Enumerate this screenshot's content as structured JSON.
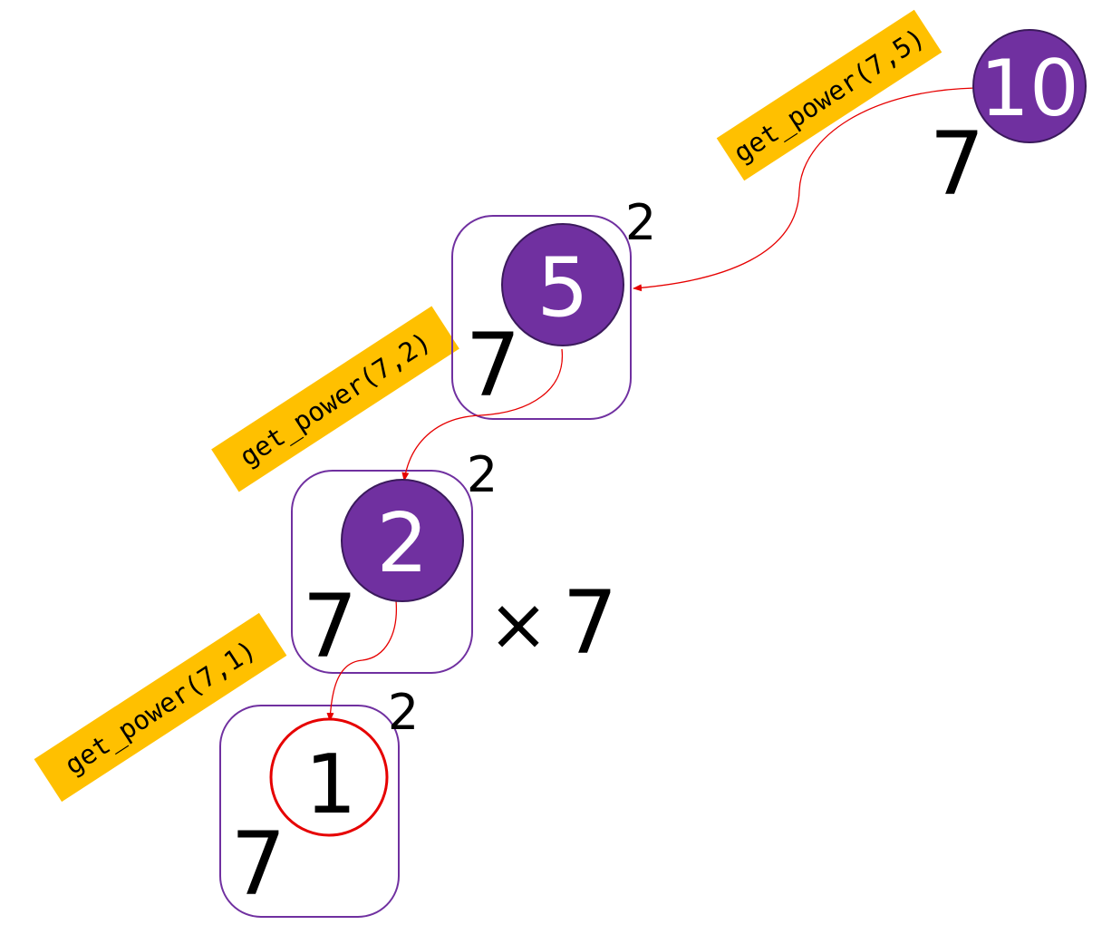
{
  "colors": {
    "node_fill": "#7030a0",
    "node_stroke": "#3b1a5c",
    "frame_stroke": "#7030a0",
    "base_case_stroke": "#e60000",
    "arrow": "#e60000",
    "label_bg": "#ffc000"
  },
  "nodes": {
    "n10": {
      "value": "10",
      "base": "7"
    },
    "n5": {
      "value": "5",
      "base": "7",
      "power": "2"
    },
    "n2": {
      "value": "2",
      "base": "7",
      "power": "2",
      "multiplier": "7",
      "times_symbol": "×"
    },
    "n1": {
      "value": "1",
      "base": "7",
      "power": "2"
    }
  },
  "calls": [
    {
      "label": "get_power(7,5)"
    },
    {
      "label": "get_power(7,2)"
    },
    {
      "label": "get_power(7,1)"
    }
  ]
}
